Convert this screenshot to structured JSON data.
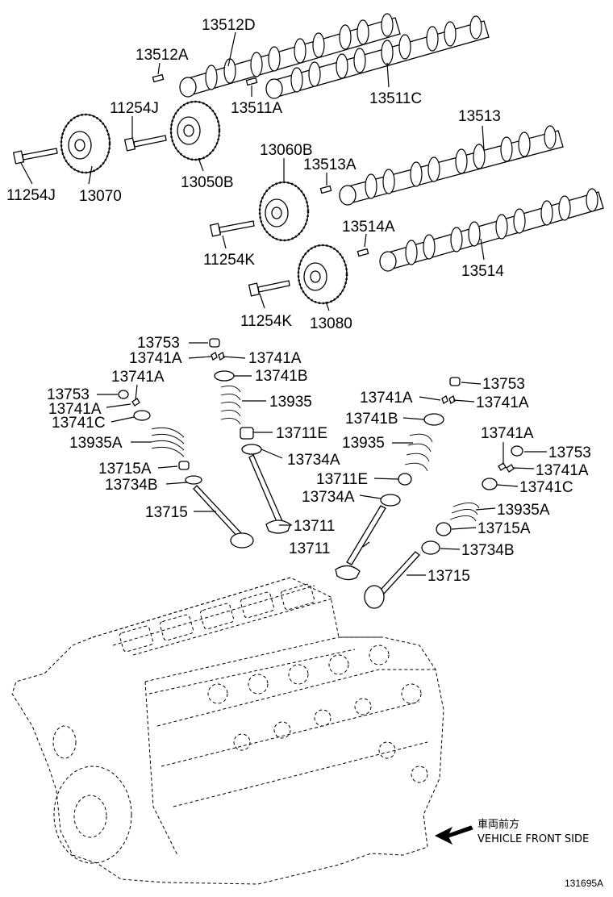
{
  "labels": {
    "p13512D": "13512D",
    "p13512A": "13512A",
    "p13511A": "13511A",
    "p13511C": "13511C",
    "p11254J_top": "11254J",
    "p11254J_left": "11254J",
    "p13070": "13070",
    "p13050B": "13050B",
    "p13513": "13513",
    "p13060B": "13060B",
    "p13513A": "13513A",
    "p13514A": "13514A",
    "p13514": "13514",
    "p11254K_1": "11254K",
    "p11254K_2": "11254K",
    "p13080": "13080",
    "l_13753": "13753",
    "l_13741A_a": "13741A",
    "l_13741A_b": "13741A",
    "l_13741A_c": "13741A",
    "l_13741B": "13741B",
    "l_13753_b": "13753",
    "l_13741A_d": "13741A",
    "l_13741C": "13741C",
    "l_13935": "13935",
    "l_13935A": "13935A",
    "l_13711E": "13711E",
    "l_13734A": "13734A",
    "l_13715A": "13715A",
    "l_13734B": "13734B",
    "l_13715": "13715",
    "l_13711": "13711",
    "r_13753": "13753",
    "r_13741A_a": "13741A",
    "r_13741A_b": "13741A",
    "r_13741B": "13741B",
    "r_13935": "13935",
    "r_13711E": "13711E",
    "r_13734A": "13734A",
    "r_13711": "13711",
    "r_13741A_c": "13741A",
    "r_13753_b": "13753",
    "r_13741A_d": "13741A",
    "r_13741C": "13741C",
    "r_13935A": "13935A",
    "r_13715A": "13715A",
    "r_13734B": "13734B",
    "r_13715": "13715"
  },
  "direction_note": {
    "japanese": "車両前方",
    "english": "VEHICLE FRONT SIDE"
  },
  "figure_number": "131695A"
}
